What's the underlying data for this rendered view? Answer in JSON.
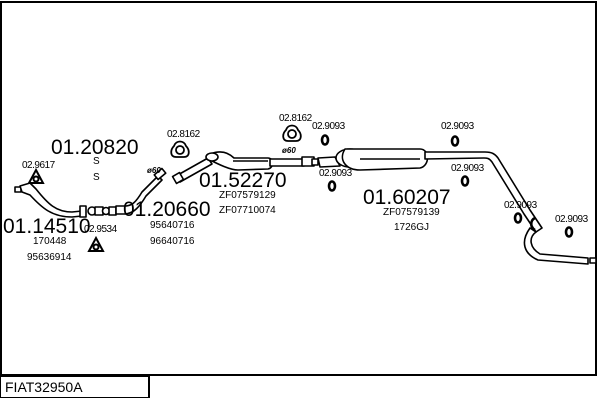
{
  "diagram_id": "FIAT32950A",
  "parts": [
    {
      "number": "01.14510",
      "refs": [
        "170448",
        "95636914"
      ]
    },
    {
      "number": "01.20820",
      "refs": [
        "S",
        "S"
      ]
    },
    {
      "number": "01.20660",
      "refs": [
        "95640716",
        "96640716"
      ]
    },
    {
      "number": "01.52270",
      "refs": [
        "ZF07579129",
        "ZF07710074"
      ]
    },
    {
      "number": "01.60207",
      "refs": [
        "ZF07579139",
        "1726GJ"
      ]
    }
  ],
  "accessories": {
    "gasket_front": "02.9617",
    "gasket_mid": "02.9534",
    "clamp_1": "02.8162",
    "clamp_2": "02.8162",
    "ring_1": "02.9093",
    "ring_2": "02.9093",
    "ring_3": "02.9093",
    "ring_4": "02.9093",
    "ring_5": "02.9093",
    "ring_6": "02.9093"
  },
  "diameters": {
    "d1": "ø60",
    "d2": "ø60"
  }
}
